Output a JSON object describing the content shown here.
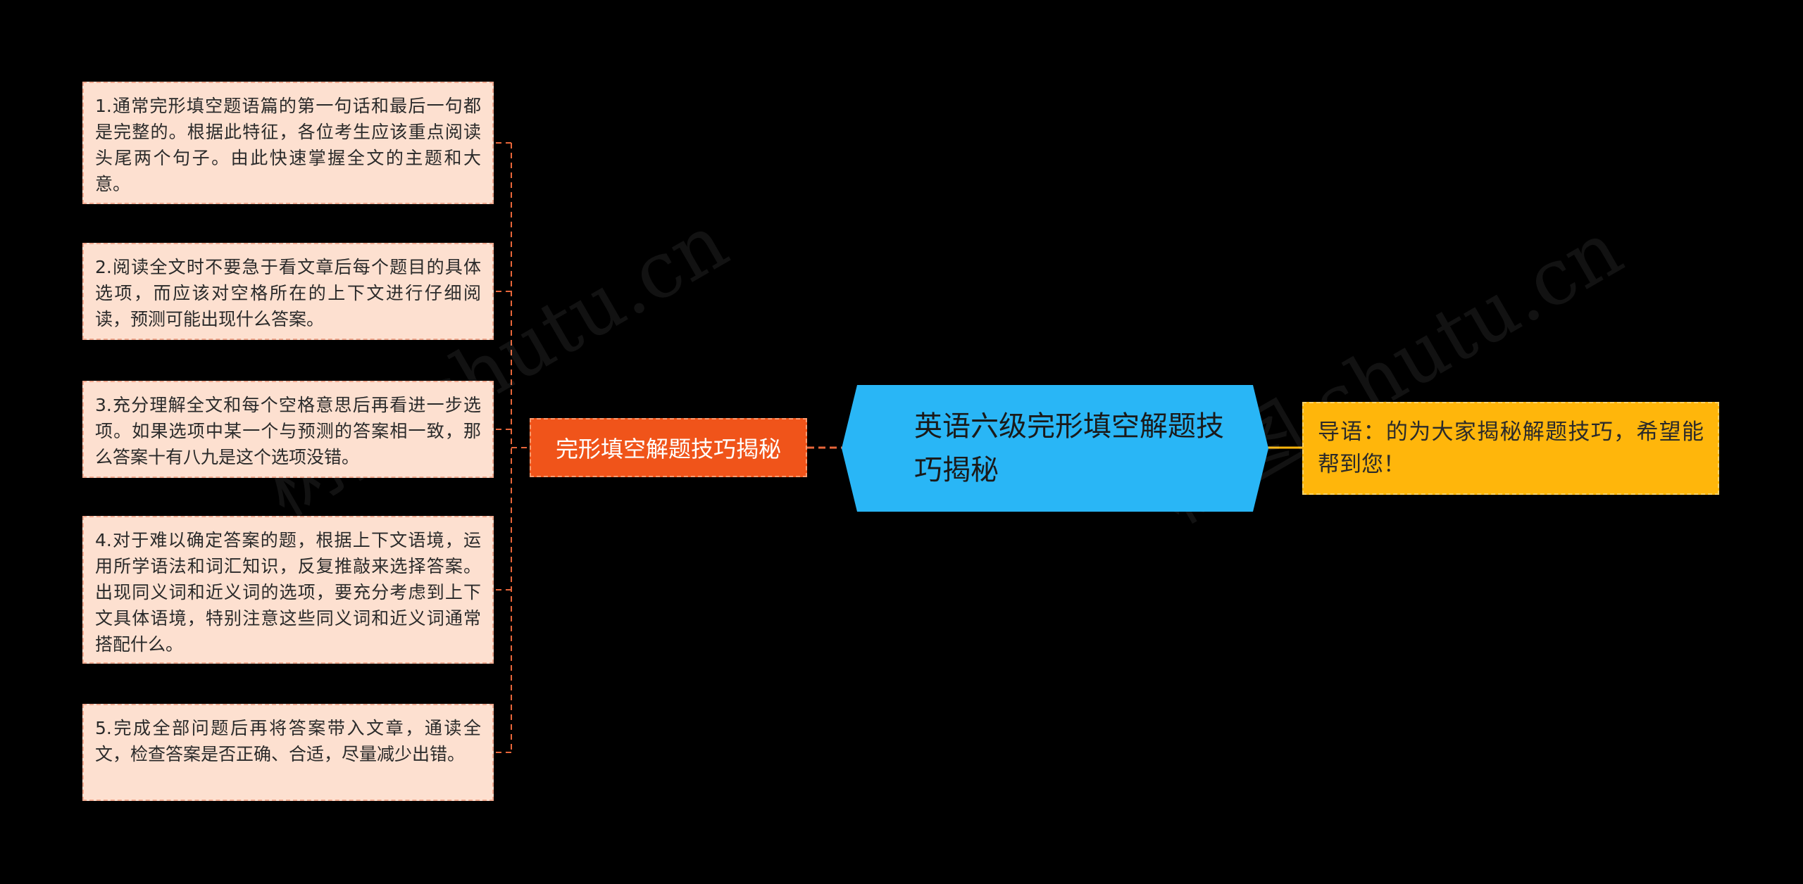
{
  "root": {
    "title": "英语六级完形填空解题技巧揭秘"
  },
  "branch": {
    "label": "完形填空解题技巧揭秘"
  },
  "intro": {
    "text": "导语：的为大家揭秘解题技巧，希望能帮到您！"
  },
  "tips": [
    "1.通常完形填空题语篇的第一句话和最后一句都是完整的。根据此特征，各位考生应该重点阅读头尾两个句子。由此快速掌握全文的主题和大意。",
    "2.阅读全文时不要急于看文章后每个题目的具体选项，而应该对空格所在的上下文进行仔细阅读，预测可能出现什么答案。",
    "3.充分理解全文和每个空格意思后再看进一步选项。如果选项中某一个与预测的答案相一致，那么答案十有八九是这个选项没错。",
    "4.对于难以确定答案的题，根据上下文语境，运用所学语法和词汇知识，反复推敲来选择答案。出现同义词和近义词的选项，要充分考虑到上下文具体语境，特别注意这些同义词和近义词通常搭配什么。",
    "5.完成全部问题后再将答案带入文章，通读全文，检查答案是否正确、合适，尽量减少出错。"
  ],
  "colors": {
    "background": "#000000",
    "root_fill": "#29b6f6",
    "branch_fill": "#f0541a",
    "leaf_fill": "#fde0d0",
    "intro_fill": "#ffb60b",
    "connector_left": "#e8663a",
    "connector_right": "#ffb60b"
  }
}
